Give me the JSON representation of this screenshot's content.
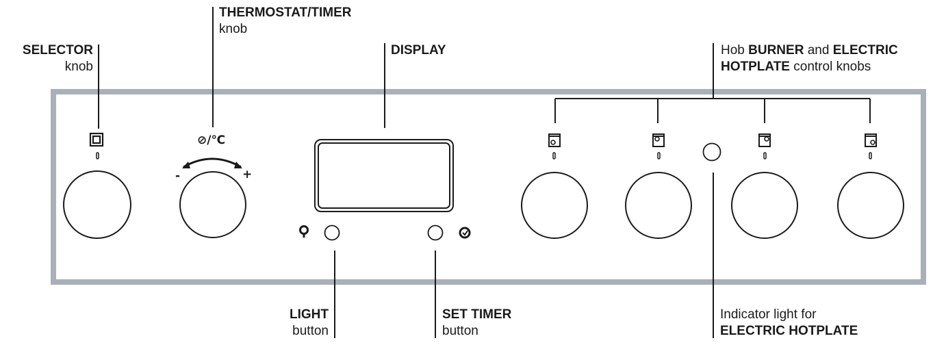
{
  "labels": {
    "selector": {
      "bold": "SELECTOR",
      "plain": "knob"
    },
    "thermostat": {
      "bold": "THERMOSTAT/TIMER",
      "plain": "knob"
    },
    "display": {
      "bold": "DISPLAY"
    },
    "hob": {
      "prefix": "Hob ",
      "bold1": "BURNER",
      "mid": " and ",
      "bold2": "ELECTRIC",
      "bold3": "HOTPLATE",
      "suffix": " control  knobs"
    },
    "light": {
      "bold": "LIGHT",
      "plain": "button"
    },
    "set_timer": {
      "bold": "SET TIMER",
      "plain": "button"
    },
    "indicator": {
      "plain": "Indicator light for",
      "bold": "ELECTRIC HOTPLATE"
    }
  },
  "panel_symbols": {
    "thermostat": "⊘/℃",
    "minus": "-",
    "plus": "+"
  },
  "colors": {
    "panel_border": "#a9b0b8",
    "lines": "#1a1a1a"
  }
}
